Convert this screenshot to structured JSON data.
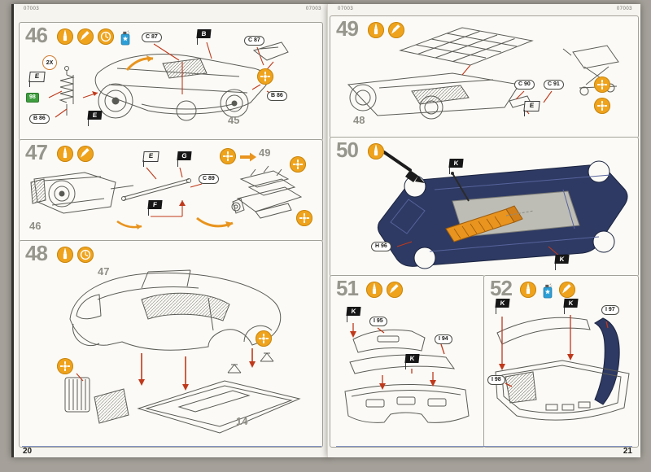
{
  "pages": {
    "left": {
      "top_left_code": "07003",
      "top_right_code": "07003",
      "page_number": "20"
    },
    "right": {
      "top_left_code": "07003",
      "top_right_code": "07003",
      "page_number": "21"
    }
  },
  "steps": {
    "s46": {
      "number": "46",
      "qty": "2X",
      "flag_b": "B",
      "flag_e_a": "E",
      "flag_e_b": "E",
      "ref_c87_a": "C 87",
      "ref_c87_b": "C 87",
      "ref_b86_a": "B 86",
      "ref_b86_b": "B 86",
      "green_label": "98",
      "part_45": "45"
    },
    "s47": {
      "number": "47",
      "flag_e": "E",
      "flag_g": "G",
      "flag_f": "F",
      "ref_c89": "C 89",
      "part_46": "46",
      "goto_step": "49"
    },
    "s48": {
      "number": "48",
      "part_47": "47",
      "part_14": "14"
    },
    "s49": {
      "number": "49",
      "ref_c90": "C 90",
      "ref_c91": "C 91",
      "flag_e": "E",
      "part_48": "48"
    },
    "s50": {
      "number": "50",
      "flag_k_a": "K",
      "flag_k_b": "K",
      "ref_h96": "H 96"
    },
    "s51": {
      "number": "51",
      "flag_k_a": "K",
      "flag_k_b": "K",
      "ref_i95": "I 95",
      "ref_i94": "I 94"
    },
    "s52": {
      "number": "52",
      "flag_k_a": "K",
      "flag_k_b": "K",
      "ref_i97": "I 97",
      "ref_i98": "I 98"
    }
  },
  "icons": {
    "glue-icon": "glue-bottle in yellow circle",
    "paintbrush-icon": "paintbrush in yellow circle",
    "clock-icon": "waiting clock in yellow circle",
    "spray-can-icon": "blue spray paint can with star",
    "part-symbol-icon": "sprue part marker in yellow circle",
    "ref-arrow-icon": "orange go-to-step arrow",
    "paint-tool-icon": "black brush applicator in diagram"
  },
  "colors": {
    "accent_yellow": "#efa31d",
    "spray_blue": "#2d9fd6",
    "body_navy": "#2e3a63",
    "radiator_orange": "#e8941e",
    "arrow_red": "#c0391b",
    "green_part": "#3f9e3f",
    "footer_rule_blue": "#5a6fae"
  }
}
